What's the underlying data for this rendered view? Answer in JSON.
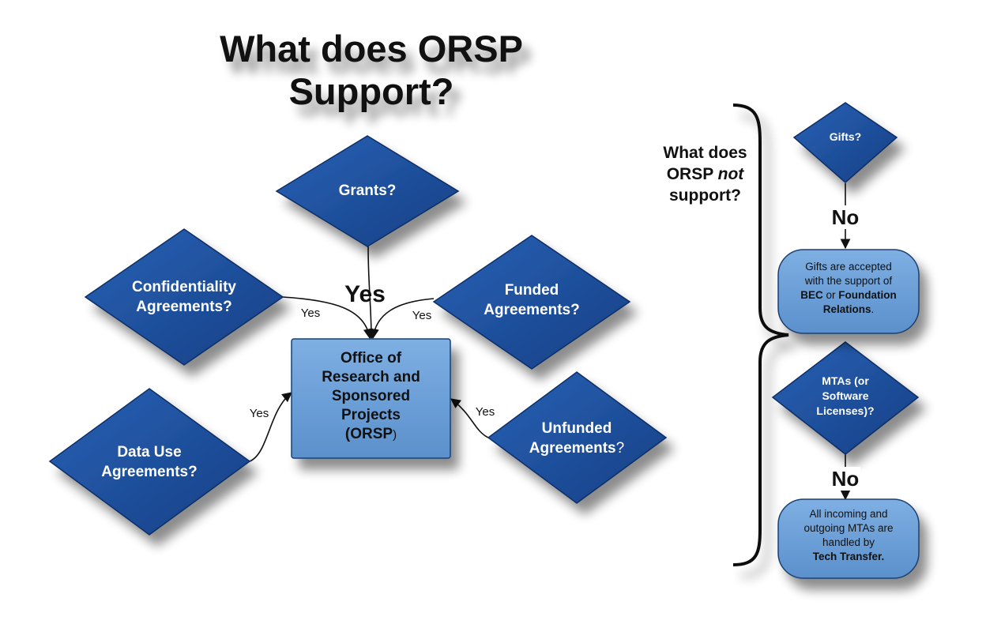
{
  "title": "What does ORSP Support?",
  "not_supported": {
    "line1": "What does",
    "line2_a": "ORSP ",
    "line2_b": "not",
    "line3": "support?"
  },
  "center": {
    "lines": [
      "Office of",
      "Research and",
      "Sponsored",
      "Projects"
    ],
    "last_a": "(ORSP",
    "last_b": ")"
  },
  "diamonds": {
    "grants": "Grants?",
    "confidentiality": [
      "Confidentiality",
      "Agreements?"
    ],
    "funded": [
      "Funded",
      "Agreements?"
    ],
    "data_use": [
      "Data Use",
      "Agreements?"
    ],
    "unfunded": [
      "Unfunded",
      "Agreements",
      "?"
    ],
    "gifts": "Gifts?",
    "mtas": [
      "MTAs (or",
      "Software",
      "Licenses)?"
    ]
  },
  "edges": {
    "grants_yes": "Yes",
    "confidentiality_yes": "Yes",
    "funded_yes": "Yes",
    "data_use_yes": "Yes",
    "unfunded_yes": "Yes",
    "gifts_no": "No",
    "mtas_no": "No"
  },
  "gifts_note": {
    "line1": "Gifts are accepted",
    "line2": "with the support of",
    "bec": "BEC",
    "or": " or ",
    "foundation": "Foundation",
    "relations": "Relations",
    "period": "."
  },
  "mtas_note": {
    "line1": "All incoming and",
    "line2": "outgoing MTAs are",
    "line3": "handled by",
    "line4": "Tech Transfer."
  },
  "colors": {
    "diamond_fill": "#1a4f9c",
    "diamond_stroke": "#0e2f66",
    "box_fill": "#6b9fd6",
    "pill_fill": "#7aa9df",
    "line": "#111111"
  }
}
